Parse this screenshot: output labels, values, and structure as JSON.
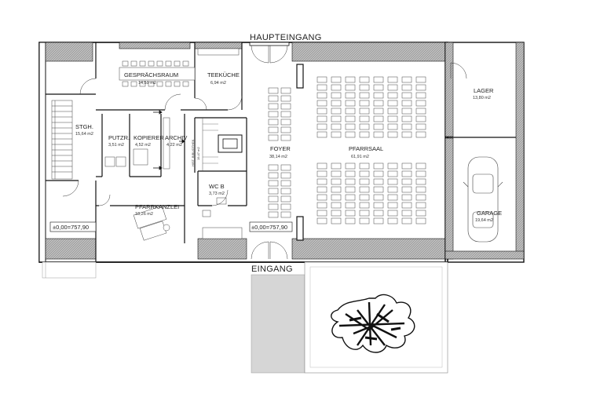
{
  "labels": {
    "haupteingang": "HAUPTEINGANG",
    "eingang": "EINGANG",
    "gespraechsraum": "GESPRÄCHSRAUM",
    "gespraechsraum_area": "14,59 m2",
    "teekueche": "TEEKÜCHE",
    "teekueche_area": "6,94 m2",
    "stgh": "STGH.",
    "stgh_area": "15,64 m2",
    "putzr": "PUTZR.",
    "putzr_area": "3,51 m2",
    "kopierer": "KOPIERER",
    "kopierer_area": "4,52 m2",
    "archiv": "ARCHIV",
    "archiv_area": "4,22 m2",
    "bibliothek": "HIST. BIBLIOTHEK",
    "bibliothek_area": "19,47 m2",
    "foyer": "FOYER",
    "foyer_area": "38,14 m2",
    "pfarrsaal": "PFARRSAAL",
    "pfarrsaal_area": "61,91 m2",
    "lager": "LAGER",
    "lager_area": "13,80 m2",
    "wcb": "WC B",
    "wcb_area": "3,73 m2",
    "pfarrkanzlei": "PFARRKANZLEI",
    "pfarrkanzlei_area": "18,26 m2",
    "garage": "GARAGE",
    "garage_area": "19,64 m2",
    "level_left": "±0,00=757,90",
    "level_foyer": "±0,00=757,90"
  },
  "colors": {
    "wall_fill": "#9a9a9a",
    "line": "#111111"
  },
  "icons": {
    "tree": "tree-canopy-icon",
    "car": "car-icon",
    "door": "door-swing-icon",
    "stairs": "staircase-icon"
  }
}
